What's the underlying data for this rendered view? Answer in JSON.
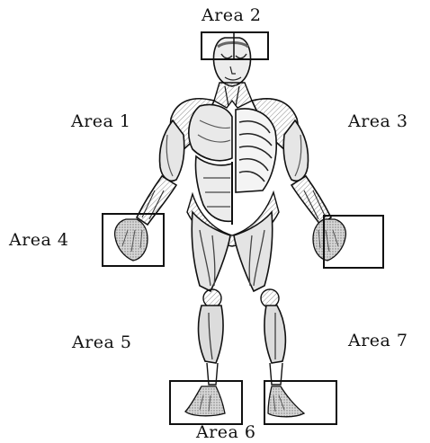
{
  "labels": {
    "area1": "Area 1",
    "area2": "Area 2",
    "area3": "Area 3",
    "area4": "Area 4",
    "area5": "Area 5",
    "area6": "Area 6",
    "area7": "Area 7"
  },
  "colors": {
    "line": "#111111",
    "muscle_fill": "#f2f2f2",
    "muscle_shade": "#b9b9b9",
    "dark_shade": "#555555",
    "hand_fill": "#c9c9c9"
  }
}
